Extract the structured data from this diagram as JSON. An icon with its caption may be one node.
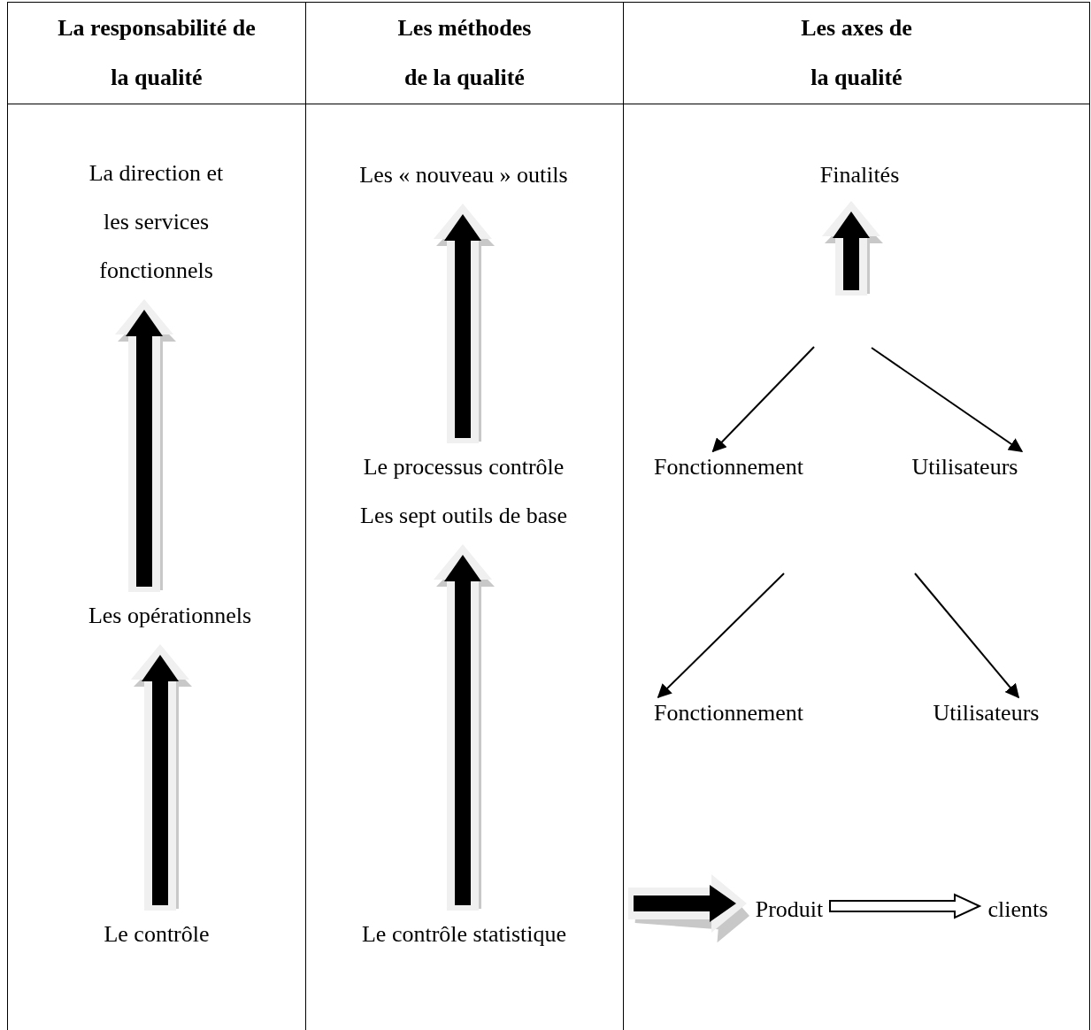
{
  "diagram": {
    "nodes": [
      {
        "text": [
          "La responsabilité de la qualité"
        ]
      },
      {
        "text": [
          "Les méthodes de la qualité"
        ]
      },
      {
        "text": [
          "Les axes de la qualité"
        ]
      },
      {
        "text": [],
        "shape": "box"
      },
      {
        "text": [],
        "shape": "box"
      },
      {
        "text": [],
        "shape": "box"
      },
      {
        "text": [
          "La direction et les services fonctionnels"
        ],
        "in": 3
      },
      {
        "text": [
          "Les opérationnels"
        ],
        "in": 3
      },
      {
        "text": [
          "Le contrôle"
        ],
        "in": 3
      },
      {
        "text": [
          "Les « nouveau » outils"
        ],
        "in": 4
      },
      {
        "text": [
          "Le processus contrôle",
          "Les sept outils de base"
        ],
        "in": 4
      },
      {
        "text": [
          "Le contrôle statistique"
        ],
        "in": 4
      },
      {
        "text": [
          "Finalités"
        ],
        "in": 5
      },
      {
        "text": [
          "Fonctionnement"
        ],
        "in": 5
      },
      {
        "text": [
          "Utilisateurs"
        ],
        "in": 5
      },
      {
        "text": [
          "Fonctionnement"
        ],
        "in": 5
      },
      {
        "text": [
          "Utilisateurs"
        ],
        "in": 5
      },
      {
        "text": [
          "Produit"
        ],
        "in": 5
      },
      {
        "text": [
          "clients"
        ],
        "in": 5
      }
    ],
    "edges": [
      {
        "from": 7,
        "to": 6,
        "arrow": "to",
        "style": "thick"
      },
      {
        "from": 8,
        "to": 7,
        "arrow": "to",
        "style": "thick"
      },
      {
        "from": 10,
        "to": 9,
        "arrow": "to",
        "style": "thick"
      },
      {
        "from": 11,
        "to": 10,
        "arrow": "to",
        "style": "thick"
      },
      {
        "from": null,
        "to": 12,
        "arrow": "to",
        "style": "thick"
      },
      {
        "from": null,
        "to": 13,
        "arrow": "to"
      },
      {
        "from": null,
        "to": 14,
        "arrow": "to"
      },
      {
        "from": null,
        "to": 15,
        "arrow": "to"
      },
      {
        "from": null,
        "to": 16,
        "arrow": "to"
      },
      {
        "from": null,
        "to": 17,
        "arrow": "to",
        "style": "thick"
      },
      {
        "from": 17,
        "to": 18,
        "arrow": "to",
        "style": "thick",
        "color": "#ffffff"
      }
    ]
  }
}
